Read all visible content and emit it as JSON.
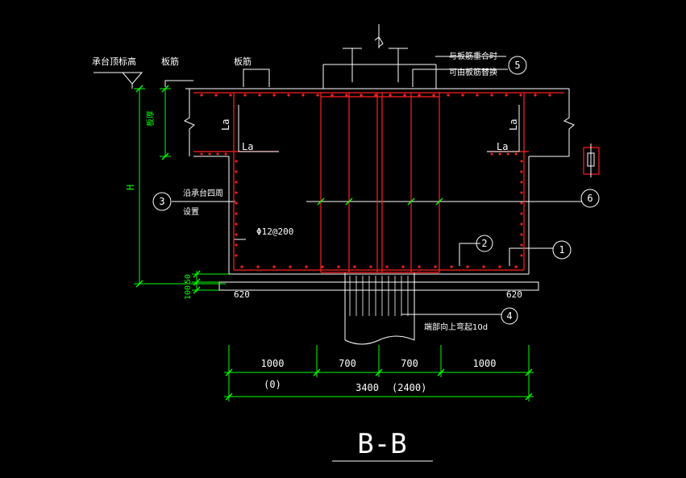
{
  "colors": {
    "background": "#000000",
    "outline": "#ffffff",
    "rebar": "#ff2020",
    "dimension": "#00ff00",
    "text": "#ffffff"
  },
  "labels": {
    "cap_top_level": "承台顶标高",
    "slab_rebar_left": "板筋",
    "slab_rebar_mid": "板筋",
    "note5_line1": "与板筋重合时",
    "note5_line2": "可由板筋替换",
    "slab_thickness": "板厚",
    "la_left_vertical": "La",
    "la_left_horizontal": "La",
    "la_right_vertical": "La",
    "la_right_horizontal": "La",
    "height_H": "H",
    "note3_line1": "沿承台四周",
    "note3_line2": "设置",
    "stirrup_spec": "Φ12@200",
    "dim_50": "50",
    "dim_100": "100",
    "dim_620_left": "620",
    "dim_620_right": "620",
    "note4": "端部向上弯起10d",
    "section_title": "B-B"
  },
  "callouts": [
    "1",
    "2",
    "3",
    "4",
    "5",
    "6"
  ],
  "dimensions": {
    "segments": [
      "1000",
      "700",
      "700",
      "1000"
    ],
    "sub_left": "(0)",
    "total": "3400",
    "total_alt": "(2400)"
  }
}
